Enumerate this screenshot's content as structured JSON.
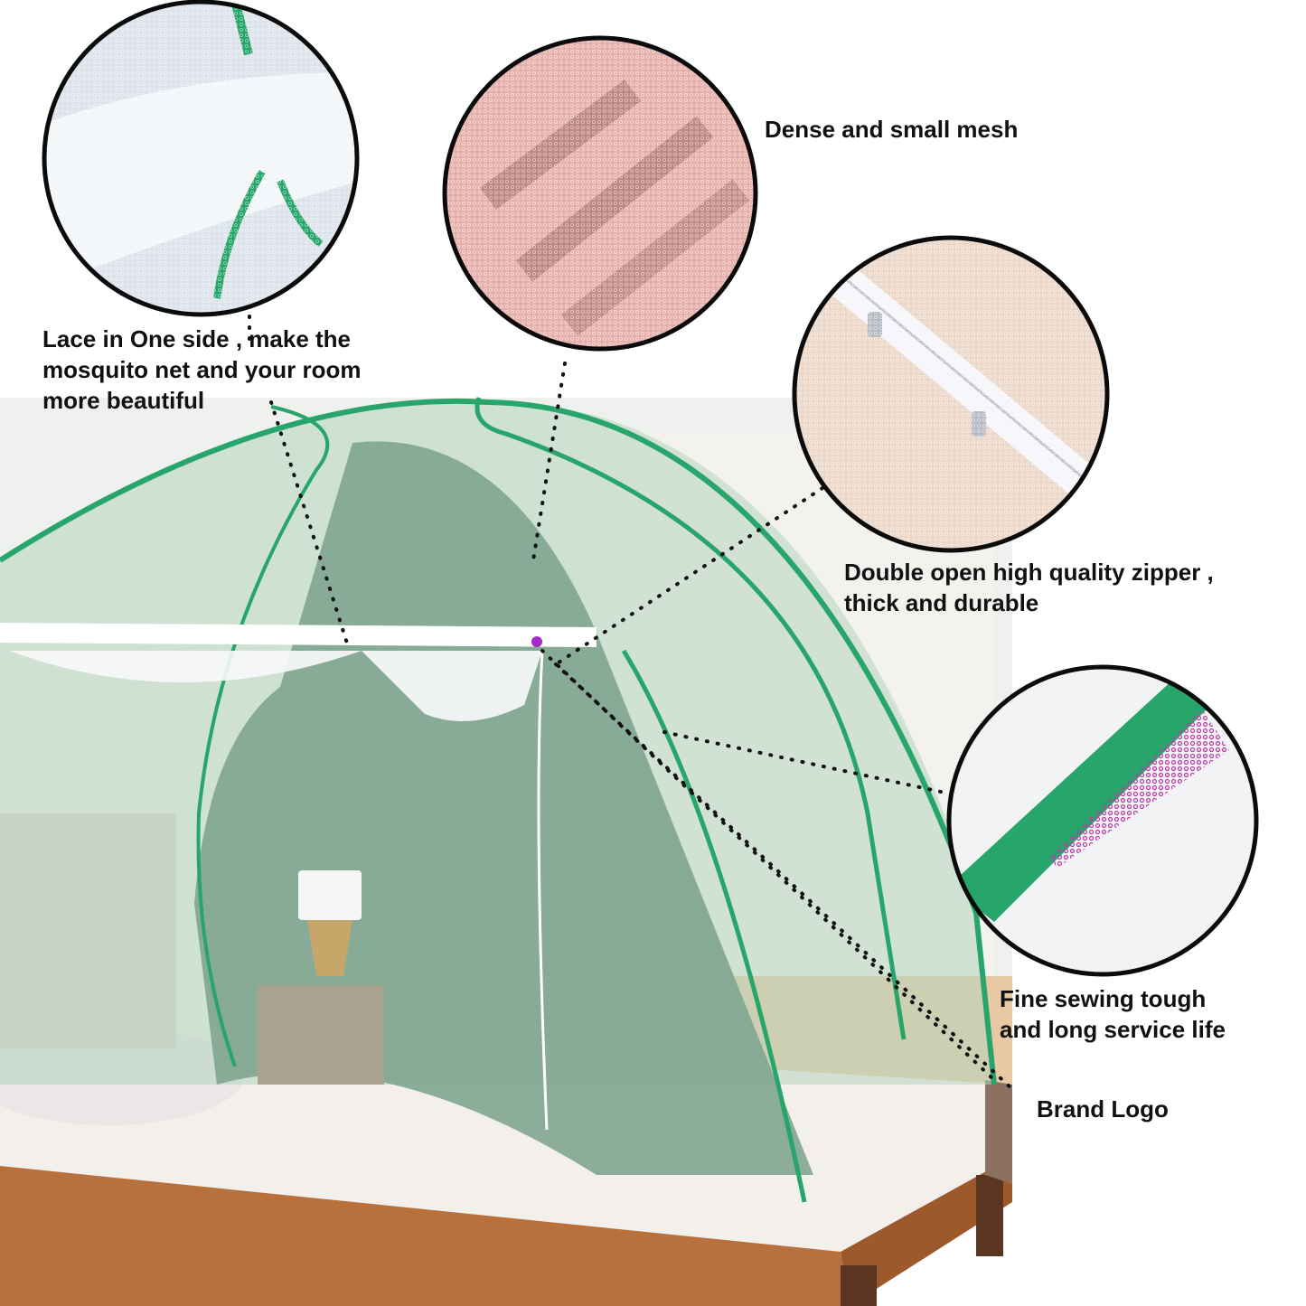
{
  "infographic": {
    "subject": "Pop-up mosquito net tent over bed",
    "colors": {
      "trim_green": "#27a56b",
      "net_tint": "#cfe3d6",
      "net_inner": "#7fa590",
      "bed_wood": "#b8703c",
      "logo_purple": "#a52bc8",
      "text": "#111111",
      "callout_border": "#0b0b0b"
    },
    "callouts": [
      {
        "id": "lace",
        "lines": [
          "Lace in One side , make the",
          "mosquito net and your room",
          "more beautiful"
        ],
        "detail_image": "lace-closeup"
      },
      {
        "id": "mesh",
        "lines": [
          "Dense and small mesh"
        ],
        "detail_image": "mesh-closeup"
      },
      {
        "id": "zipper",
        "lines": [
          "Double open high quality zipper ,",
          "thick and durable"
        ],
        "detail_image": "zipper-closeup"
      },
      {
        "id": "sewing",
        "lines": [
          "Fine sewing tough",
          "and long service life"
        ],
        "detail_image": "sewing-closeup"
      },
      {
        "id": "logo",
        "lines": [
          "Brand Logo"
        ]
      }
    ]
  }
}
